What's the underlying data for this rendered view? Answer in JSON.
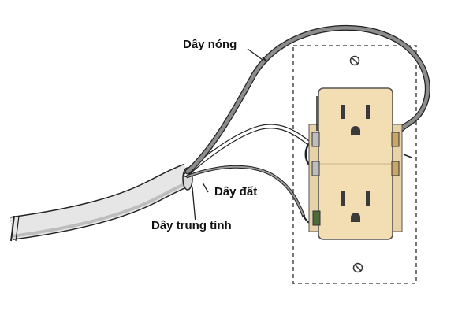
{
  "labels": {
    "hot_wire": "Dây nóng",
    "ground_wire": "Dây đất",
    "neutral_wire": "Dây trung tính"
  },
  "colors": {
    "outlet_body": "#f3deb4",
    "outlet_outline": "#555555",
    "wire_gray": "#8c8c8c",
    "wire_outline": "#222222",
    "cable_sheath": "#e6e6e6",
    "box_dashed": "#555555"
  }
}
